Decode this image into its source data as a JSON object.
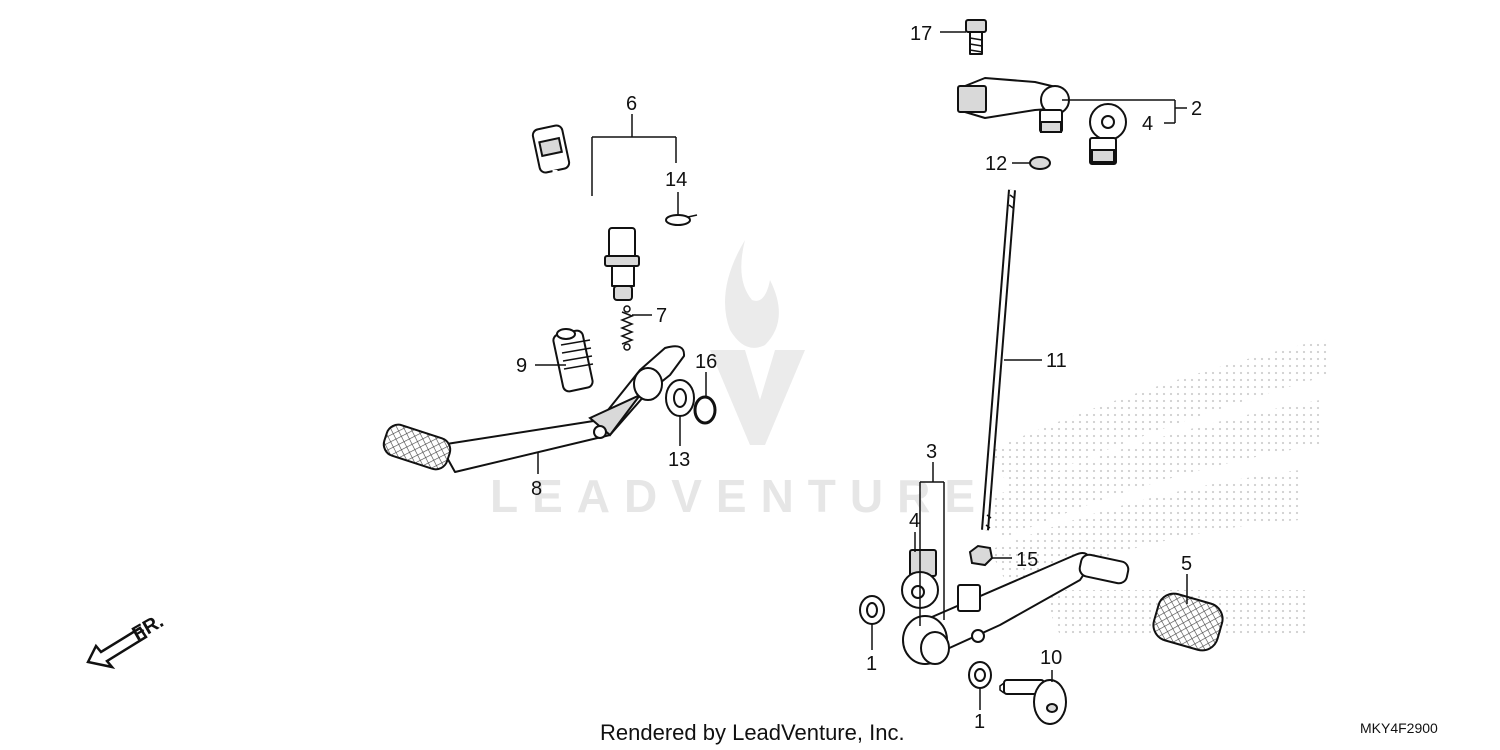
{
  "watermark": {
    "brand": "LEADVENTURE"
  },
  "footer": {
    "rendered_by": "Rendered by LeadVenture, Inc.",
    "diagram_code": "MKY4F2900"
  },
  "direction": {
    "label": "FR."
  },
  "callouts": {
    "c1a": "1",
    "c1b": "1",
    "c2": "2",
    "c3": "3",
    "c4a": "4",
    "c4b": "4",
    "c5": "5",
    "c6": "6",
    "c7": "7",
    "c8": "8",
    "c9": "9",
    "c10": "10",
    "c11": "11",
    "c12": "12",
    "c13": "13",
    "c14": "14",
    "c15": "15",
    "c16": "16",
    "c17": "17"
  }
}
